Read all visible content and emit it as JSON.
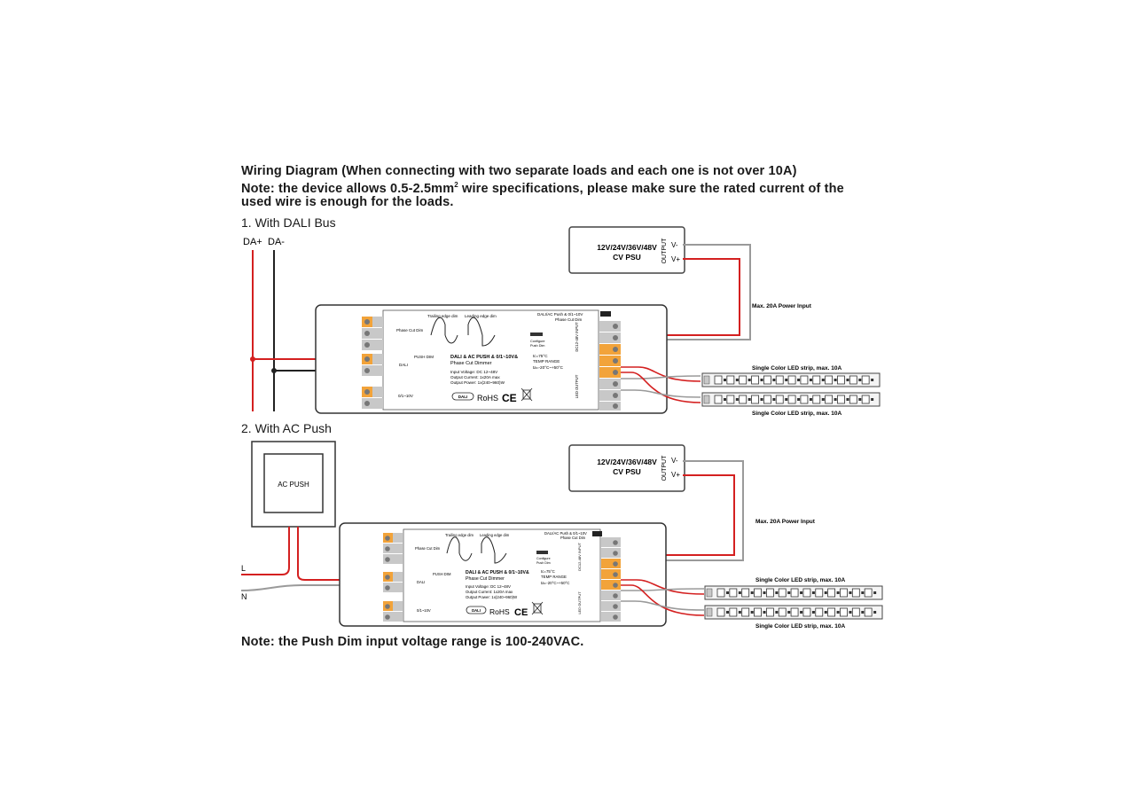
{
  "header": {
    "title": "Wiring Diagram (When connecting with two separate loads and each one is not over 10A)",
    "note_line1_a": "Note: the device allows 0.5-2.5mm",
    "note_sup": "2",
    "note_line1_b": " wire specifications, please make sure the rated current of the",
    "note_line2": "used wire is enough for the loads."
  },
  "section1": {
    "heading": "1. With DALI Bus",
    "da_plus": "DA+",
    "da_minus": "DA-"
  },
  "section2": {
    "heading": "2. With AC Push",
    "ac_push": "AC PUSH",
    "line_l": "L",
    "line_n": "N"
  },
  "psu": {
    "line1": "12V/24V/36V/48V",
    "line2": "CV PSU",
    "output": "OUTPUT",
    "v_minus": "V-",
    "v_plus": "V+"
  },
  "labels": {
    "power_input": "Max. 20A Power Input",
    "strip": "Single Color LED strip, max. 10A"
  },
  "device": {
    "trailing": "Trailing edge dim",
    "leading": "Leading edge dim",
    "phase_cut": "Phase Cut Dim",
    "push_dim": "PUSH DIM",
    "dali": "DALI",
    "analog": "0/1~10V",
    "dip_title": "DALI/AC Push & 0/1~10V",
    "dip_sub": "Phase Cut Dim",
    "name1": "DALI & AC PUSH & 0/1~10V&",
    "name2": "Phase Cut Dimmer",
    "input_v": "Input Voltage: DC 12~48V",
    "output_c": "Output Current: 1x20A max",
    "output_p": "Output Power: 1x(240~960)W",
    "temp_range": "TEMP RANGE",
    "tc": "tc=75°C",
    "ta": "ta=-20°C~+50°C",
    "dali_logo": "DALI",
    "rohs": "RoHS",
    "ce": "CE",
    "input_side": "DC12-48V INPUT",
    "led_output": "LED OUTPUT",
    "sw_on": "ON",
    "sw_label1": "Configure",
    "sw_label2": "Push Dim"
  },
  "footer": {
    "note": "Note: the Push Dim input voltage range is 100-240VAC."
  },
  "colors": {
    "red_wire": "#d42020",
    "grey_wire": "#9a9a9a",
    "black_wire": "#222222",
    "terminal_orange": "#f2a33a",
    "terminal_grey": "#c8c8c8"
  }
}
